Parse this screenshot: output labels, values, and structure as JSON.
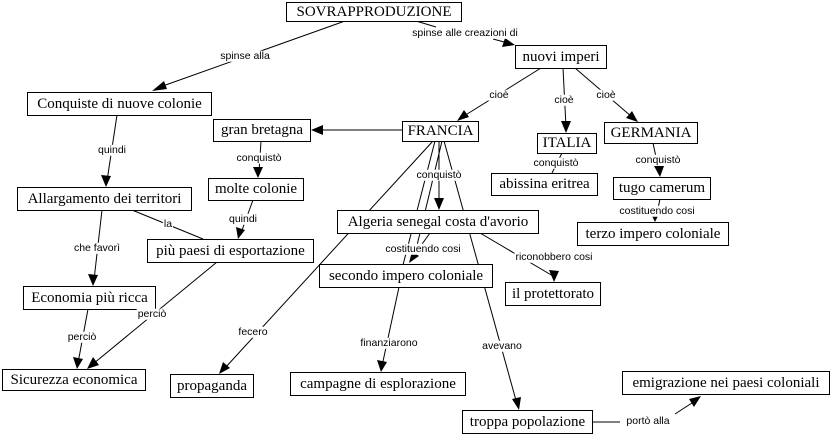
{
  "map_title": "SOVRAPPRODUZIONE",
  "nodes": {
    "sovrapproduzione": "SOVRAPPRODUZIONE",
    "nuovi_imperi": "nuovi imperi",
    "conquiste": "Conquiste di nuove colonie",
    "gran_bretagna": "gran bretagna",
    "francia": "FRANCIA",
    "italia": "ITALIA",
    "germania": "GERMANIA",
    "molte_colonie": "molte colonie",
    "abissina": "abissina eritrea",
    "tugo": "tugo camerum",
    "allargamento": "Allargamento dei territori",
    "algeria": "Algeria senegal costa d'avorio",
    "terzo_impero": "terzo impero coloniale",
    "piu_paesi": "più paesi di esportazione",
    "secondo_impero": "secondo impero coloniale",
    "protettorato": "il protettorato",
    "economia": "Economia più ricca",
    "sicurezza": "Sicurezza economica",
    "propaganda": "propaganda",
    "campagne": "campagne di esplorazione",
    "emigrazione": "emigrazione nei paesi coloniali",
    "troppa_popolazione": "troppa popolazione"
  },
  "edge_labels": {
    "spinse_alla": "spinse alla",
    "spinse_creazioni": "spinse alle creazioni di",
    "cioe_francia": "cioè",
    "cioe_italia": "cioè",
    "cioe_germania": "cioè",
    "quindi_1": "quindi",
    "conquisto_gb": "conquistò",
    "conquisto_francia": "conquistò",
    "conquisto_italia": "conquistò",
    "conquisto_germania": "conquistò",
    "quindi_2": "quindi",
    "la": "la",
    "costituendo_germania": "costituendo cosi",
    "che_favori": "che favorì",
    "costituendo_francia": "costituendo cosi",
    "riconobbero": "riconobbero cosi",
    "percio_1": "perciò",
    "percio_2": "perciò",
    "fecero": "fecero",
    "finanziarono": "finanziarono",
    "avevano": "avevano",
    "porto_alla": "portò alla"
  }
}
